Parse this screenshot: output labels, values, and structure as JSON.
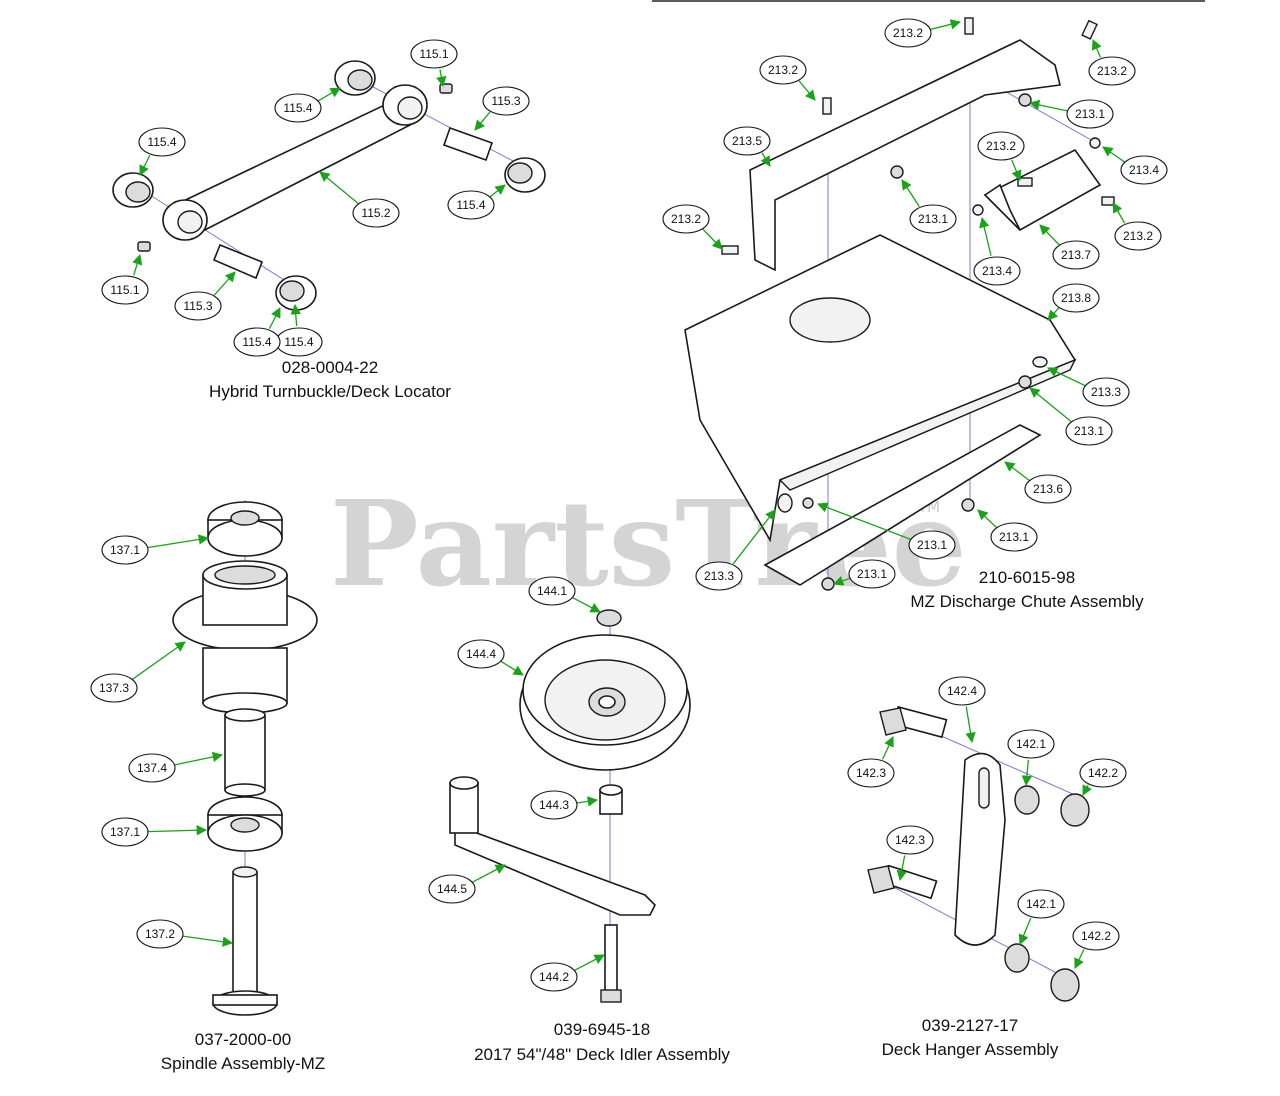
{
  "watermark": {
    "text": "PartsTree",
    "trademark": "TM"
  },
  "colors": {
    "leader": "#19a319",
    "axis": "#7b7bd8",
    "watermark": "#c9c9c9"
  },
  "assemblies": [
    {
      "id": "turnbuckle",
      "part_number": "028-0004-22",
      "name": "Hybrid Turnbuckle/Deck Locator"
    },
    {
      "id": "chute",
      "part_number": "210-6015-98",
      "name": "MZ Discharge Chute Assembly"
    },
    {
      "id": "spindle",
      "part_number": "037-2000-00",
      "name": "Spindle Assembly-MZ"
    },
    {
      "id": "idler",
      "part_number": "039-6945-18",
      "name": "2017 54\"/48\" Deck Idler Assembly"
    },
    {
      "id": "hanger",
      "part_number": "039-2127-17",
      "name": "Deck Hanger Assembly"
    }
  ],
  "callouts": [
    "115.1",
    "115.4",
    "115.3",
    "115.4",
    "115.4",
    "115.2",
    "115.4",
    "115.1",
    "115.3",
    "115.4",
    "213.2",
    "213.2",
    "213.2",
    "213.1",
    "213.5",
    "213.2",
    "213.4",
    "213.1",
    "213.2",
    "213.4",
    "213.7",
    "213.2",
    "213.8",
    "213.3",
    "213.1",
    "213.6",
    "213.1",
    "213.1",
    "213.3",
    "213.1",
    "137.1",
    "137.3",
    "137.4",
    "137.1",
    "137.2",
    "144.1",
    "144.4",
    "144.3",
    "144.5",
    "144.2",
    "142.4",
    "142.1",
    "142.3",
    "142.2",
    "142.3",
    "142.1",
    "142.2"
  ]
}
